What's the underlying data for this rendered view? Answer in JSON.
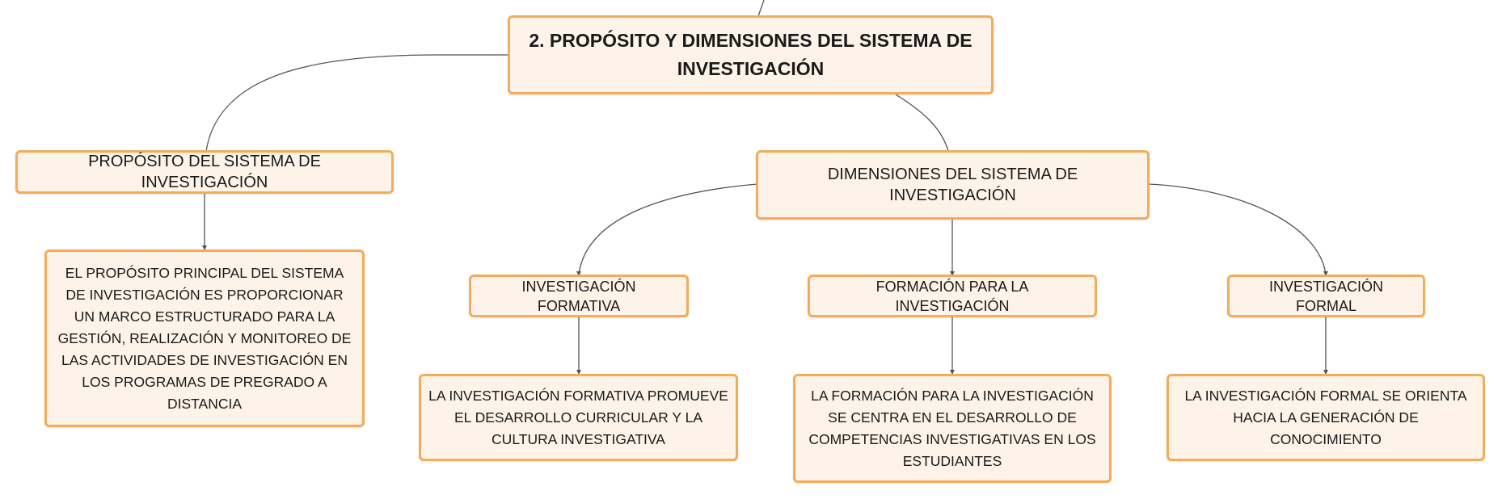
{
  "colors": {
    "node_fill": "#fdf3e8",
    "node_border": "#f3ac5b",
    "connector": "#555555",
    "text": "#1a1a1a"
  },
  "root": {
    "title": "2. PROPÓSITO Y DIMENSIONES DEL SISTEMA DE INVESTIGACIÓN"
  },
  "proposito": {
    "title": "PROPÓSITO DEL SISTEMA DE INVESTIGACIÓN",
    "description": "EL PROPÓSITO PRINCIPAL DEL SISTEMA DE INVESTIGACIÓN ES PROPORCIONAR UN MARCO ESTRUCTURADO PARA LA GESTIÓN, REALIZACIÓN Y MONITOREO DE LAS ACTIVIDADES DE INVESTIGACIÓN EN LOS PROGRAMAS DE PREGRADO A DISTANCIA"
  },
  "dimensiones": {
    "title": "DIMENSIONES DEL SISTEMA DE INVESTIGACIÓN",
    "items": [
      {
        "title": "INVESTIGACIÓN FORMATIVA",
        "description": "LA INVESTIGACIÓN FORMATIVA PROMUEVE EL DESARROLLO CURRICULAR Y LA CULTURA INVESTIGATIVA"
      },
      {
        "title": "FORMACIÓN PARA LA INVESTIGACIÓN",
        "description": "LA FORMACIÓN PARA LA INVESTIGACIÓN SE CENTRA EN EL DESARROLLO DE COMPETENCIAS INVESTIGATIVAS EN LOS ESTUDIANTES"
      },
      {
        "title": "INVESTIGACIÓN FORMAL",
        "description": "LA INVESTIGACIÓN FORMAL SE ORIENTA HACIA LA GENERACIÓN DE CONOCIMIENTO"
      }
    ]
  }
}
